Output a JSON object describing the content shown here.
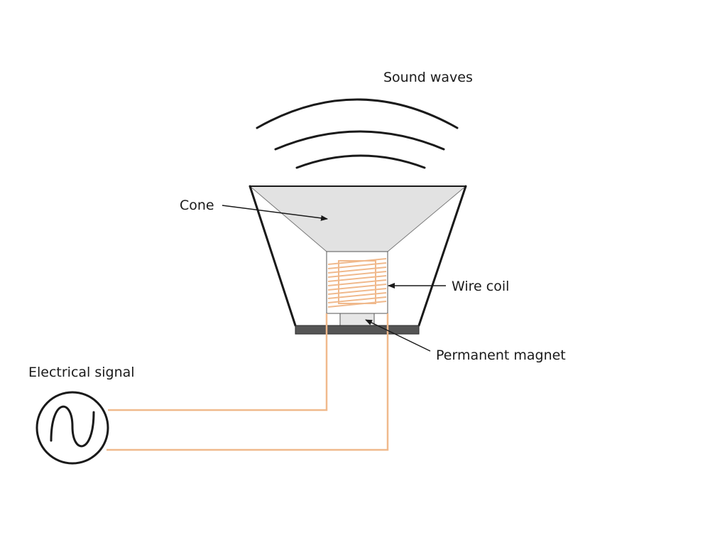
{
  "labels": {
    "sound_waves": "Sound waves",
    "cone": "Cone",
    "wire_coil": "Wire coil",
    "permanent_magnet": "Permanent magnet",
    "electrical_signal": "Electrical signal"
  },
  "colors": {
    "outline": "#1a1a1a",
    "cone_fill": "#e2e2e2",
    "wire": "#f0b98c",
    "magnet_fill": "#e6e6e6",
    "base_plate": "#555555"
  }
}
